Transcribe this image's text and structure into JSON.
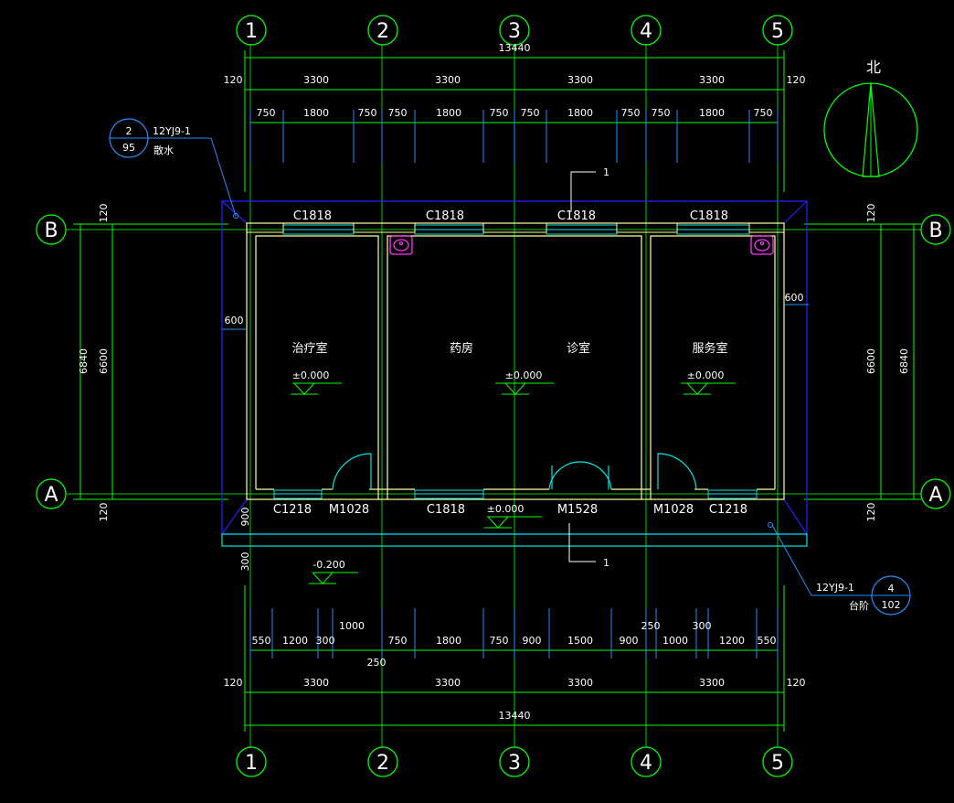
{
  "axes_horizontal": [
    "1",
    "2",
    "3",
    "4",
    "5"
  ],
  "axes_vertical": [
    "A",
    "B"
  ],
  "north_label": "北",
  "overall_dim": "13440",
  "bay_dims": [
    "3300",
    "3300",
    "3300",
    "3300"
  ],
  "edge_120": "120",
  "top_window_dims": [
    "750",
    "1800",
    "750",
    "750",
    "1800",
    "750",
    "750",
    "1800",
    "750",
    "750",
    "1800",
    "750"
  ],
  "bottom_opening_dims": [
    "550",
    "1200",
    "300",
    "750",
    "1800",
    "750",
    "900",
    "1500",
    "900",
    "1000",
    "1200",
    "550"
  ],
  "bottom_extra_dims": {
    "d1000": "1000",
    "d250a": "250",
    "d250b": "250",
    "d300": "300"
  },
  "depth_dims": {
    "total": "6840",
    "inner": "6600",
    "edge": "120",
    "offset": "600",
    "front_900": "900",
    "front_300": "300"
  },
  "rooms": [
    "治疗室",
    "药房",
    "诊室",
    "服务室"
  ],
  "elevations": {
    "floor": "±0.000",
    "outdoor": "-0.200"
  },
  "windows_top": [
    "C1818",
    "C1818",
    "C1818",
    "C1818"
  ],
  "openings_bottom": {
    "c1218a": "C1218",
    "m1028a": "M1028",
    "c1818": "C1818",
    "m1528": "M1528",
    "m1028b": "M1028",
    "c1218b": "C1218"
  },
  "callouts": {
    "apron": {
      "std": "12YJ9-1",
      "num": "2",
      "page": "95",
      "label": "散水"
    },
    "steps": {
      "std": "12YJ9-1",
      "num": "4",
      "page": "102",
      "label": "台阶"
    },
    "leader1": "1",
    "leader2": "1"
  },
  "colors": {
    "axis": "#00ff00",
    "wall": "#ffff99",
    "dim_tick": "#00aaff",
    "outline": "#1a1aff",
    "window": "#00ffff",
    "sink": "#ff00ff"
  }
}
